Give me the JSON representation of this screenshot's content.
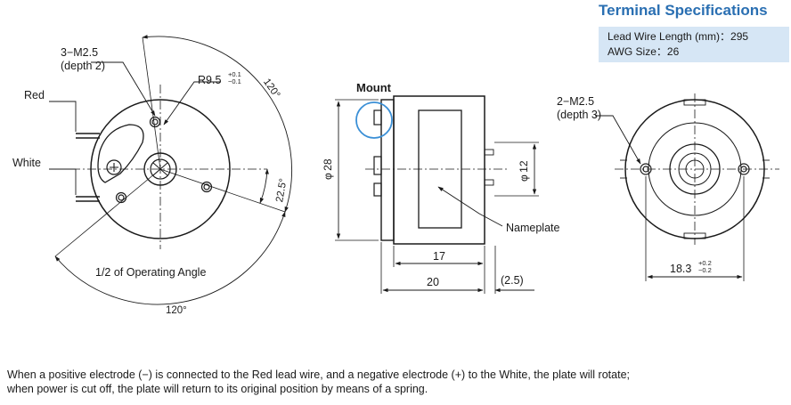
{
  "terminal_specs": {
    "title": "Terminal Specifications",
    "lead_wire_length": "Lead Wire Length (mm)：295",
    "awg_size": "AWG Size：26"
  },
  "front_view": {
    "hole_spec_1": "3−M2.5",
    "hole_spec_2": "(depth 2)",
    "radius_label": "R9.5",
    "radius_tol_upper": "+0.1",
    "radius_tol_lower": "−0.1",
    "angle_top": "120°",
    "angle_side": "22.5°",
    "angle_bottom": "120°",
    "operating_angle": "1/2 of Operating Angle",
    "wire_red": "Red",
    "wire_white": "White"
  },
  "side_view": {
    "mount": "Mount",
    "diameter_28": "φ 28",
    "diameter_12": "φ 12",
    "nameplate": "Nameplate",
    "dim_17": "17",
    "dim_20": "20",
    "dim_2_5": "(2.5)"
  },
  "rear_view": {
    "hole_spec_1": "2−M2.5",
    "hole_spec_2": "(depth 3)",
    "dim_pitch": "18.3",
    "pitch_tol_upper": "+0.2",
    "pitch_tol_lower": "−0.2"
  },
  "caption": {
    "line1": "When a positive electrode (−) is connected to the Red lead wire, and a negative electrode (+) to the White, the plate will rotate;",
    "line2": "when power is cut off, the plate will return to its original position by means of a spring."
  },
  "colors": {
    "accent": "#2a6fb2",
    "spec_bg": "#d6e6f5",
    "highlight": "#3a8fd6"
  }
}
